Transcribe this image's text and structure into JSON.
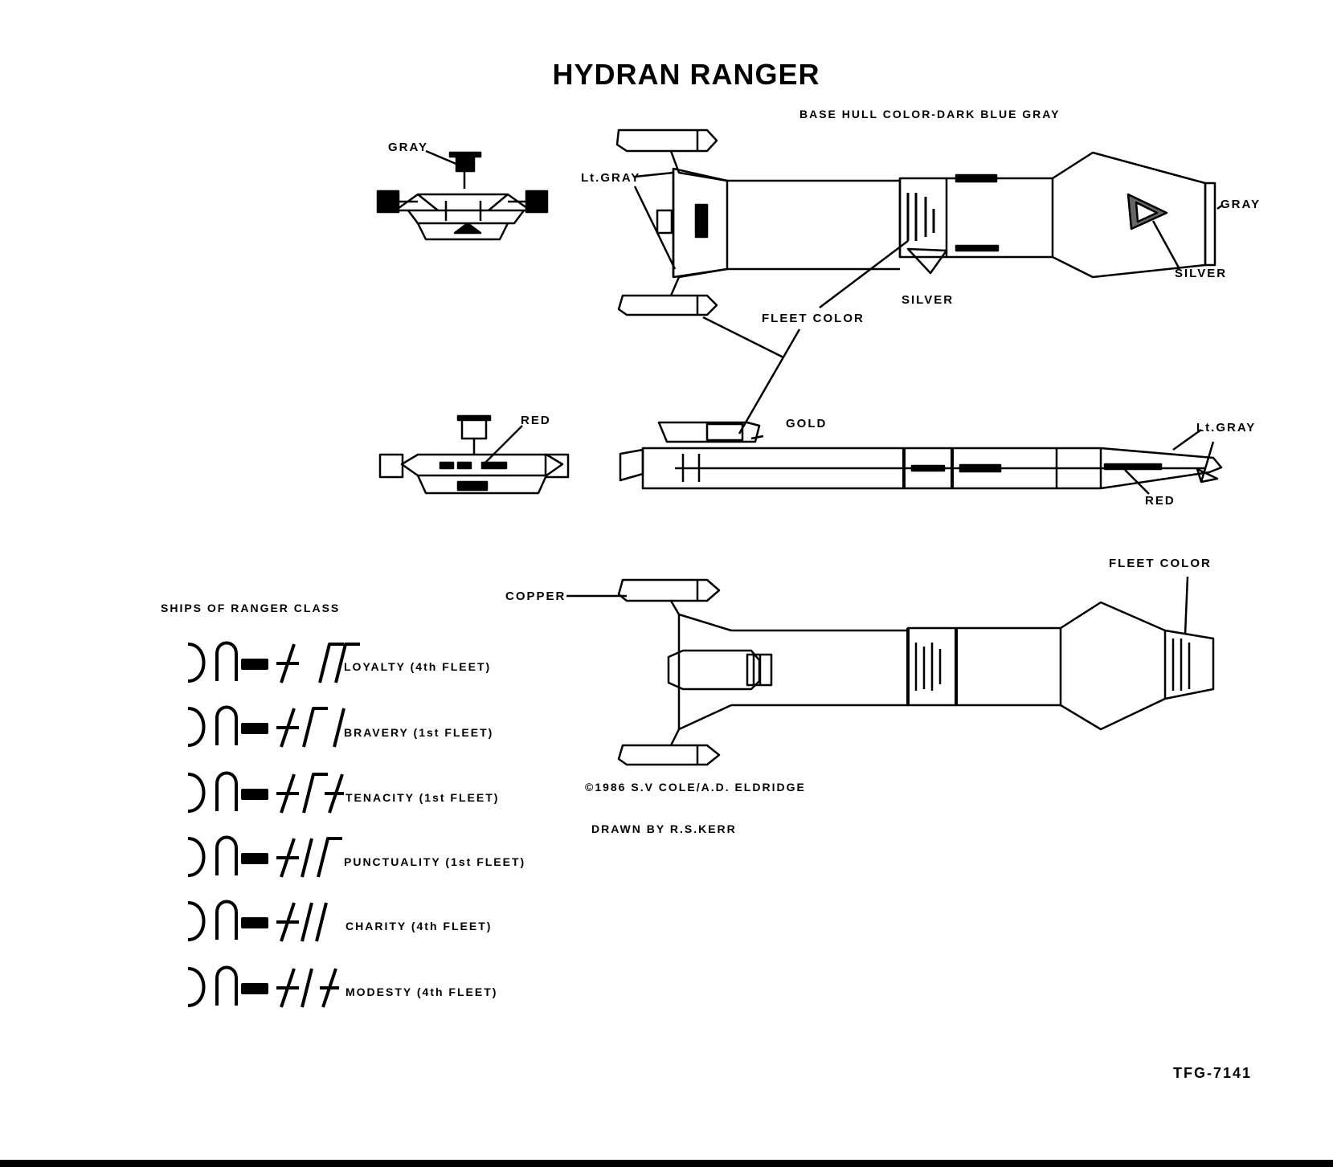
{
  "title": "HYDRAN RANGER",
  "notes": {
    "base_hull": "BASE HULL COLOR-DARK BLUE GRAY",
    "copyright": "©1986 S.V COLE/A.D. ELDRIDGE",
    "drawn_by": "DRAWN BY R.S.KERR",
    "code": "TFG-7141"
  },
  "callouts": {
    "gray_front": "GRAY",
    "lt_gray_top": "Lt.GRAY",
    "gray_aft": "GRAY",
    "silver_aft": "SILVER",
    "silver_mid": "SILVER",
    "fleet_color_top": "FLEET COLOR",
    "red_side": "RED",
    "gold": "GOLD",
    "lt_gray_side": "Lt.GRAY",
    "red_aft": "RED",
    "fleet_color_bottom": "FLEET COLOR",
    "copper": "COPPER"
  },
  "ships_heading": "SHIPS OF RANGER CLASS",
  "ships": [
    {
      "name": "LOYALTY (4th FLEET)"
    },
    {
      "name": "BRAVERY (1st FLEET)"
    },
    {
      "name": "TENACITY (1st FLEET)"
    },
    {
      "name": "PUNCTUALITY (1st FLEET)"
    },
    {
      "name": "CHARITY (4th FLEET)"
    },
    {
      "name": "MODESTY (4th FLEET)"
    }
  ]
}
